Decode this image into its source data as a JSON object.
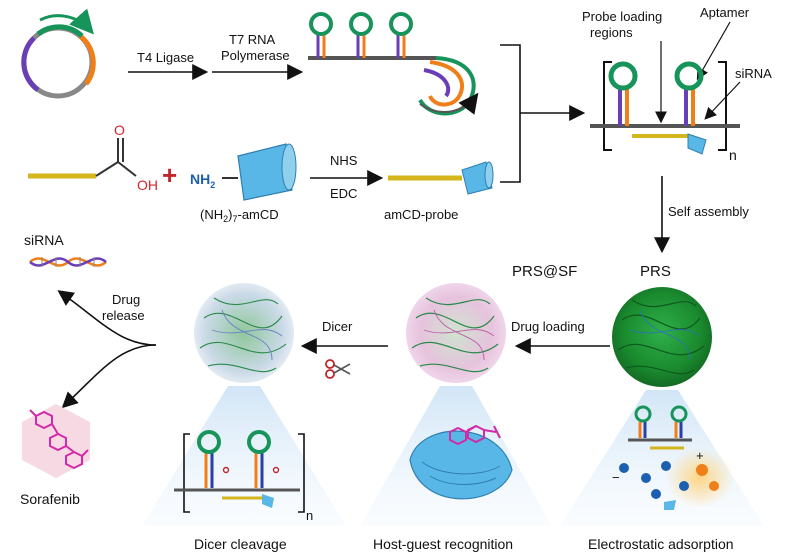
{
  "colors": {
    "stem_green": "#17945a",
    "loop_purple": "#6a3fb5",
    "loop_orange": "#f07f1a",
    "backbone_gray": "#555555",
    "probe_yellow": "#d4b61c",
    "cd_blue": "#58b7e6",
    "acid_red": "#d6262b",
    "nh2_blue": "#1c5fb0",
    "sorafenib_pink": "#d22aa8",
    "hexagon_pink": "#f7d9e4"
  },
  "top_row": {
    "t4_ligase": "T4 Ligase",
    "t7_line1": "T7 RNA",
    "t7_line2": "Polymerase"
  },
  "repeat_unit": {
    "probe_loading_line1": "Probe loading",
    "probe_loading_line2": "regions",
    "aptamer": "Aptamer",
    "sirna": "siRNA",
    "n": "n"
  },
  "middle_row": {
    "oh": "OH",
    "o": "O",
    "nh2": "NH",
    "nh2_sub": "2",
    "amcd_label_main": "(NH",
    "amcd_label_sub": "2",
    "amcd_label_mid": ")",
    "amcd_label_sub2": "7",
    "amcd_label_end": "-amCD",
    "nhs": "NHS",
    "edc": "EDC",
    "amcd_probe": "amCD-probe"
  },
  "self_assembly": "Self assembly",
  "nanoparticles": {
    "prs": "PRS",
    "prs_sf": "PRS@SF",
    "drug_loading": "Drug loading",
    "dicer": "Dicer",
    "drug_release_line1": "Drug",
    "drug_release_line2": "release"
  },
  "products": {
    "sirna": "siRNA",
    "sorafenib": "Sorafenib"
  },
  "bottom_captions": {
    "dicer_cleavage": "Dicer cleavage",
    "host_guest": "Host-guest recognition",
    "electrostatic": "Electrostatic adsorption"
  },
  "insets": {
    "n": "n"
  }
}
